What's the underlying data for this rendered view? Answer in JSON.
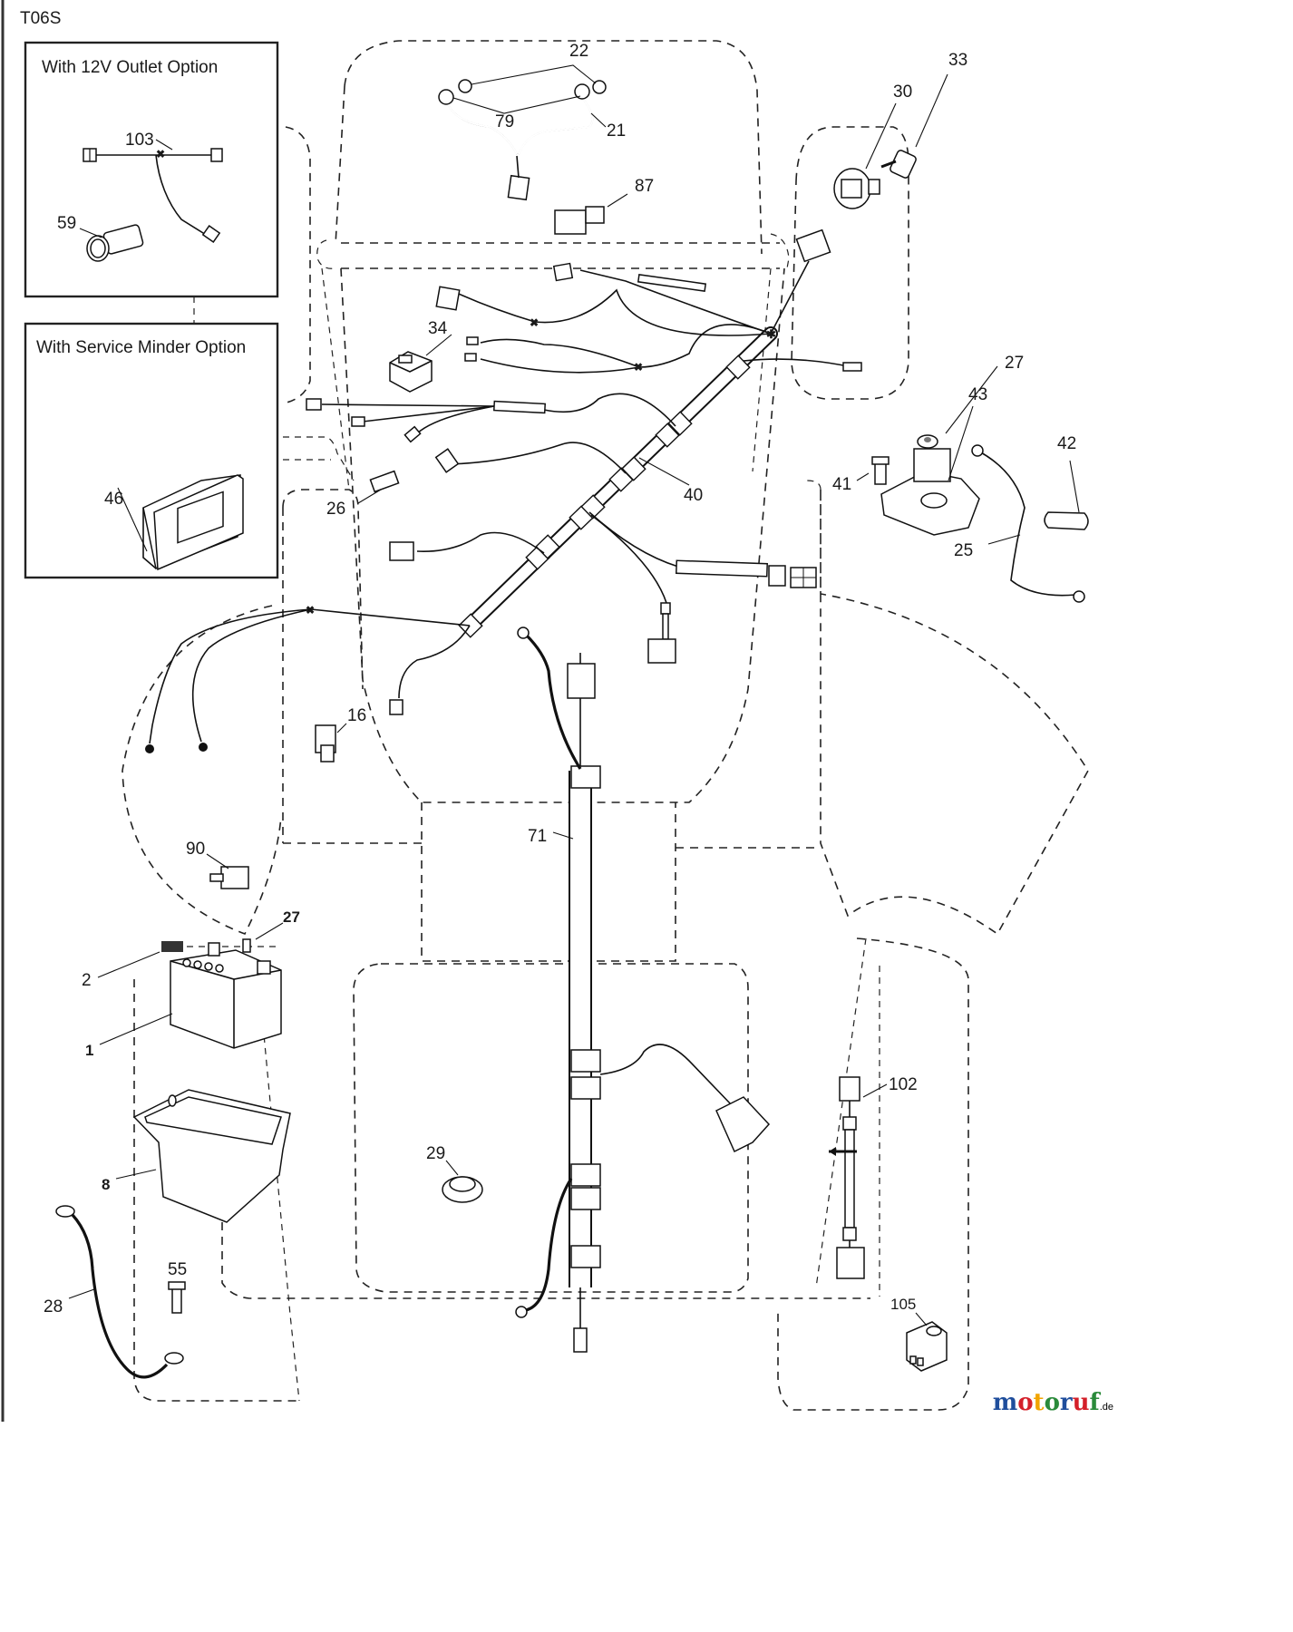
{
  "diagram": {
    "code": "T06S",
    "type": "wiring harness exploded parts diagram",
    "insets": [
      {
        "title": "With 12V Outlet Option",
        "parts": [
          "103",
          "59"
        ]
      },
      {
        "title": "With Service Minder Option",
        "parts": [
          "46"
        ]
      }
    ],
    "callouts": {
      "p103": "103",
      "p59": "59",
      "p46": "46",
      "p22": "22",
      "p79": "79",
      "p21": "21",
      "p87": "87",
      "p30": "30",
      "p33": "33",
      "p34": "34",
      "p27a": "27",
      "p43": "43",
      "p42": "42",
      "p41": "41",
      "p25": "25",
      "p40": "40",
      "p26": "26",
      "p16": "16",
      "p71": "71",
      "p90": "90",
      "p27b": "27",
      "p2": "2",
      "p1": "1",
      "p8": "8",
      "p29": "29",
      "p102": "102",
      "p28": "28",
      "p55": "55",
      "p105": "105"
    },
    "parts_list": [
      "1",
      "2",
      "8",
      "16",
      "21",
      "22",
      "25",
      "26",
      "27",
      "28",
      "29",
      "30",
      "33",
      "34",
      "40",
      "41",
      "42",
      "43",
      "46",
      "55",
      "59",
      "71",
      "79",
      "87",
      "90",
      "102",
      "103",
      "105"
    ]
  },
  "watermark": {
    "brand": "motoruf",
    "suffix": ".de",
    "colors": [
      "#1f4e9c",
      "#d4202a",
      "#f1a400",
      "#2a8a3a",
      "#1f4e9c",
      "#d4202a",
      "#2a8a3a"
    ]
  }
}
